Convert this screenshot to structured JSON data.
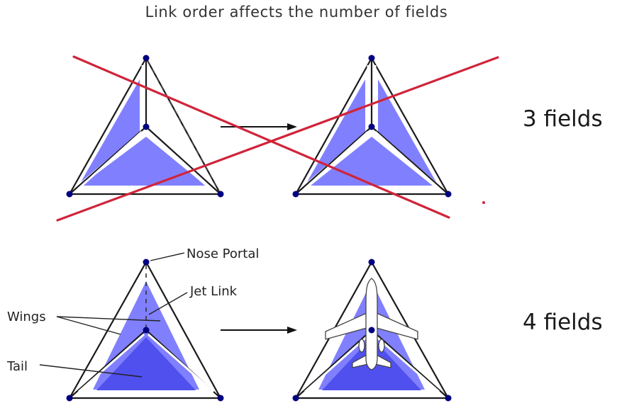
{
  "title": "Link order affects the number of fields",
  "rows": [
    {
      "result": "3 fields",
      "crossed_out": true
    },
    {
      "result": "4 fields",
      "crossed_out": false
    }
  ],
  "labels": {
    "nose_portal": "Nose Portal",
    "jet_link": "Jet Link",
    "wings": "Wings",
    "tail": "Tail"
  },
  "colors": {
    "field_fill": "#8080ff",
    "field_fill_dark": "#5050ee",
    "link_stroke": "#1a1a1a",
    "portal": "#000080",
    "cross": "#d0243a",
    "arrow": "#111111"
  }
}
